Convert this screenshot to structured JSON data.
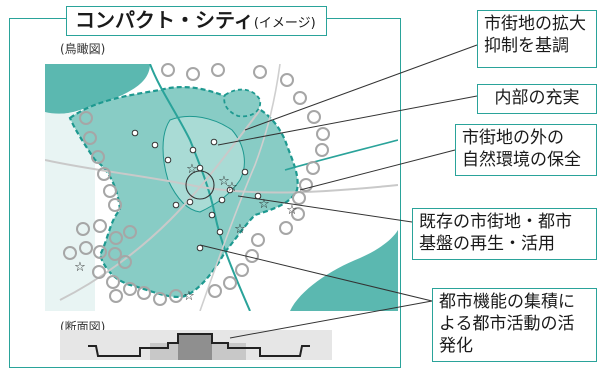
{
  "title": {
    "main": "コンパクト・シティ",
    "sub": "(イメージ)"
  },
  "captions": {
    "birdseye": "(鳥瞰図)",
    "section": "(断面図)"
  },
  "callouts": [
    {
      "lines": [
        "市街地の拡大",
        "抑制を基調"
      ]
    },
    {
      "lines": [
        "内部の充実"
      ]
    },
    {
      "lines": [
        "市街地の外の",
        "自然環境の保全"
      ]
    },
    {
      "lines": [
        "既存の市街地・都市",
        "基盤の再生・活用"
      ]
    },
    {
      "lines": [
        "都市機能の集積に",
        "よる都市活動の活",
        "発化"
      ]
    }
  ],
  "colors": {
    "frame": "#2aa39a",
    "sea": "#5bb8b0",
    "city": "#88ccc5",
    "circle": "#a6a6a6"
  }
}
